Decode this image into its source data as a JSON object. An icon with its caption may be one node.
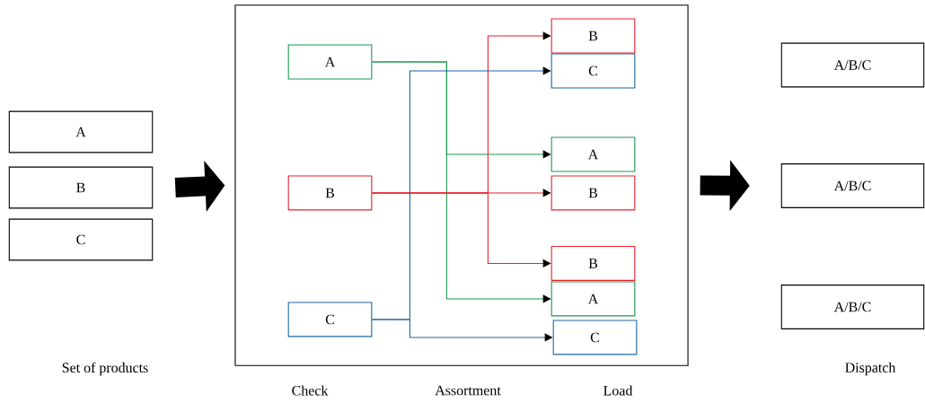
{
  "diagram": {
    "nodes": [
      {
        "text": [
          "A"
        ]
      },
      {
        "text": [
          "B"
        ]
      },
      {
        "text": [
          "C"
        ]
      },
      {
        "text": [],
        "shape": "box"
      },
      {
        "text": [
          "A"
        ],
        "in": 3
      },
      {
        "text": [
          "B"
        ],
        "in": 3
      },
      {
        "text": [
          "C"
        ],
        "in": 3
      },
      {
        "text": [
          "B"
        ],
        "in": 3
      },
      {
        "text": [
          "C"
        ],
        "in": 3
      },
      {
        "text": [
          "A"
        ],
        "in": 3
      },
      {
        "text": [
          "B"
        ],
        "in": 3
      },
      {
        "text": [
          "B"
        ],
        "in": 3
      },
      {
        "text": [
          "A"
        ],
        "in": 3
      },
      {
        "text": [
          "C"
        ],
        "in": 3
      },
      {
        "text": [
          "A/B/C"
        ]
      },
      {
        "text": [
          "A/B/C"
        ]
      },
      {
        "text": [
          "A/B/C"
        ]
      }
    ],
    "edges": [
      {
        "from": 1,
        "to": 3,
        "arrow": "to",
        "style": "thick",
        "color": "#000000"
      },
      {
        "from": 3,
        "to": 15,
        "arrow": "to",
        "style": "thick",
        "color": "#000000"
      },
      {
        "from": 4,
        "to": 9,
        "arrow": "to",
        "color": "#1a9850"
      },
      {
        "from": 4,
        "to": 12,
        "arrow": "to",
        "color": "#1a9850"
      },
      {
        "from": 5,
        "to": 7,
        "arrow": "to",
        "color": "#e8202a"
      },
      {
        "from": 5,
        "to": 10,
        "arrow": "to",
        "color": "#e8202a"
      },
      {
        "from": 5,
        "to": 11,
        "arrow": "to",
        "color": "#e8202a"
      },
      {
        "from": 6,
        "to": 8,
        "arrow": "to",
        "color": "#1f64a0"
      },
      {
        "from": 6,
        "to": 13,
        "arrow": "to",
        "color": "#1f64a0"
      }
    ],
    "labels": [
      "Set of products",
      "Check",
      "Assortment",
      "Load",
      "Dispatch"
    ]
  }
}
